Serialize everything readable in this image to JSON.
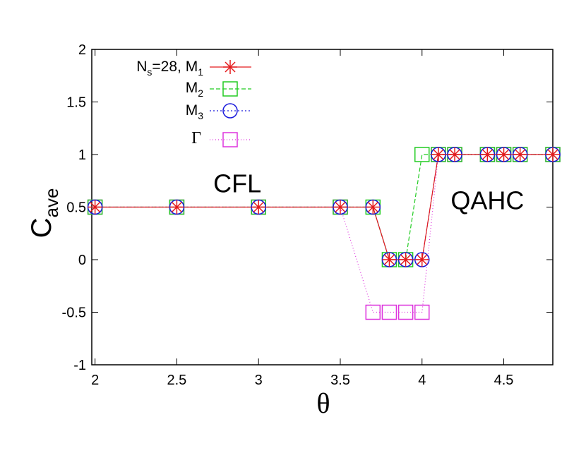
{
  "chart_data": {
    "type": "line",
    "xlabel": "θ",
    "ylabel_main": "C",
    "ylabel_sub": "ave",
    "xlim": [
      1.98,
      4.8
    ],
    "ylim": [
      -1,
      2
    ],
    "xticks": [
      2,
      2.5,
      3,
      3.5,
      4,
      4.5
    ],
    "xtick_labels": [
      "2",
      "2.5",
      "3",
      "3.5",
      "4",
      "4.5"
    ],
    "yticks": [
      -1,
      -0.5,
      0,
      0.5,
      1,
      1.5,
      2
    ],
    "ytick_labels": [
      "-1",
      "-0.5",
      "0",
      "0.5",
      "1",
      "1.5",
      "2"
    ],
    "annotations": [
      {
        "text": "CFL",
        "x": 2.87,
        "y": 0.72
      },
      {
        "text": "QAHC",
        "x": 4.4,
        "y": 0.56
      }
    ],
    "legend_position": "top-left",
    "series": [
      {
        "legend_text": "N",
        "legend_sub1": "s",
        "legend_mid": "=28, M",
        "legend_sub2": "1",
        "marker": "star",
        "color": "#e41a1c",
        "dash": "",
        "x": [
          2,
          2.5,
          3,
          3.5,
          3.7,
          3.8,
          3.9,
          4.0,
          4.1,
          4.2,
          4.4,
          4.5,
          4.6,
          4.8
        ],
        "y": [
          0.5,
          0.5,
          0.5,
          0.5,
          0.5,
          0,
          0,
          0,
          1,
          1,
          1,
          1,
          1,
          1
        ]
      },
      {
        "legend_text": "M",
        "legend_sub1": "2",
        "marker": "square",
        "color": "#22cc22",
        "dash": "6,3",
        "x": [
          2,
          2.5,
          3,
          3.5,
          3.7,
          3.8,
          3.9,
          4.0,
          4.1,
          4.2,
          4.4,
          4.5,
          4.6,
          4.8
        ],
        "y": [
          0.5,
          0.5,
          0.5,
          0.5,
          0.5,
          0,
          0,
          1,
          1,
          1,
          1,
          1,
          1,
          1
        ]
      },
      {
        "legend_text": "M",
        "legend_sub1": "3",
        "marker": "circle",
        "color": "#1a1adc",
        "dash": "2,3",
        "x": [
          2,
          2.5,
          3,
          3.5,
          3.7,
          3.8,
          3.9,
          4.0,
          4.1,
          4.2,
          4.4,
          4.5,
          4.6,
          4.8
        ],
        "y": [
          0.5,
          0.5,
          0.5,
          0.5,
          0.5,
          0,
          0,
          0,
          1,
          1,
          1,
          1,
          1,
          1
        ]
      },
      {
        "legend_text": "Γ",
        "marker": "square",
        "color": "#dd33dd",
        "dash": "1,3",
        "x": [
          2,
          2.5,
          3,
          3.5,
          3.7,
          3.8,
          3.9,
          4.0,
          4.1,
          4.2,
          4.4,
          4.5,
          4.6,
          4.8
        ],
        "y": [
          0.5,
          0.5,
          0.5,
          0.5,
          -0.5,
          -0.5,
          -0.5,
          -0.5,
          1,
          1,
          1,
          1,
          1,
          1
        ]
      }
    ]
  }
}
